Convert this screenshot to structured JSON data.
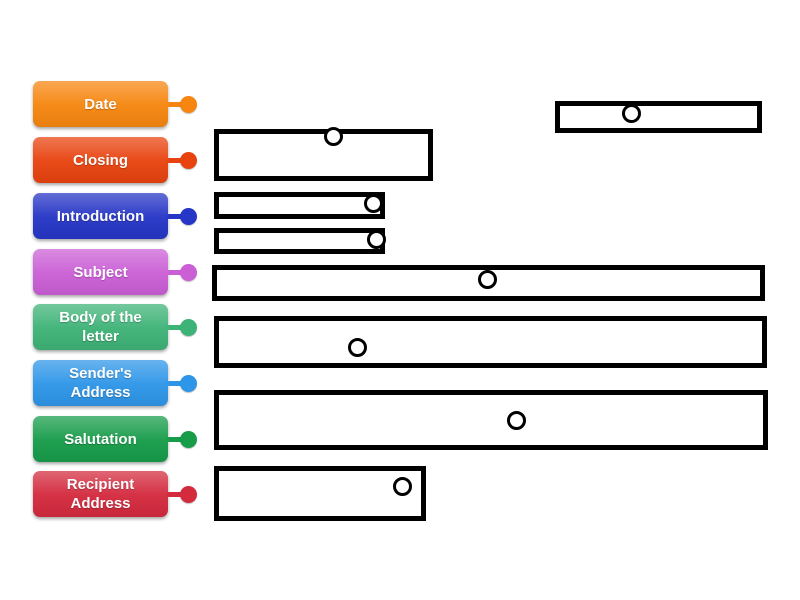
{
  "activity": {
    "type": "labelled-diagram-matching",
    "background_color": "#ffffff",
    "zone_outline_color": "#000000",
    "zone_fill_color": "#ffffff",
    "label_text_color": "#ffffff",
    "drop_zone_count": 8
  },
  "labels": [
    {
      "label": "Date",
      "color": "#f6860f"
    },
    {
      "label": "Closing",
      "color": "#e8430f"
    },
    {
      "label": "Introduction",
      "color": "#2636c6"
    },
    {
      "label": "Subject",
      "color": "#cb5fd6"
    },
    {
      "label": "Body of the letter",
      "color": "#3eb377"
    },
    {
      "label": "Sender's Address",
      "color": "#2e96e8"
    },
    {
      "label": "Salutation",
      "color": "#179c4a"
    },
    {
      "label": "Recipient Address",
      "color": "#d42a3e"
    }
  ]
}
